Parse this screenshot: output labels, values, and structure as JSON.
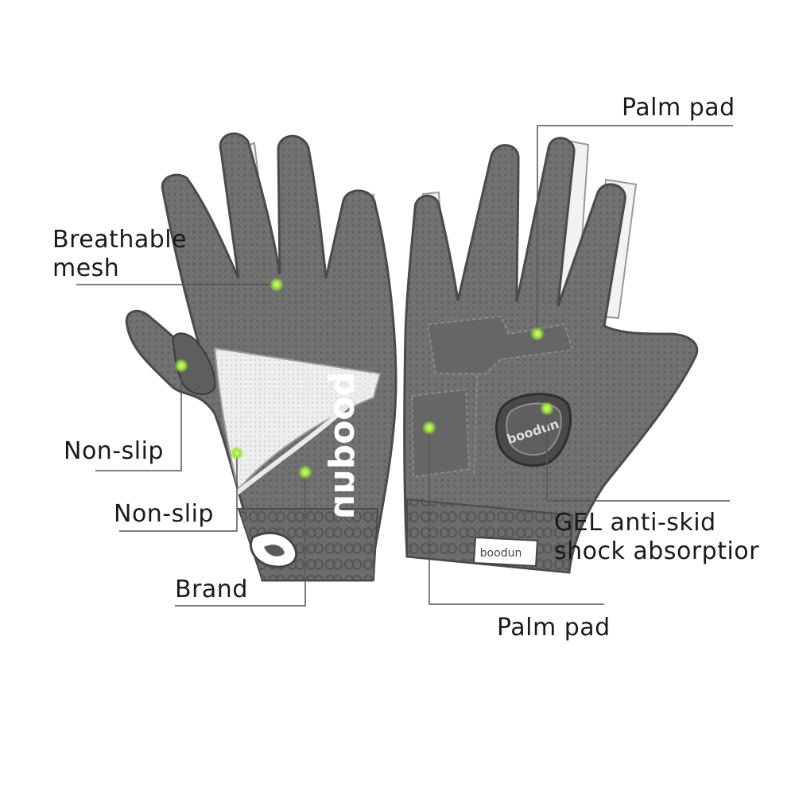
{
  "labels": {
    "breathable_line1": "Breathable",
    "breathable_line2": "mesh",
    "non_slip_1": "Non-slip",
    "non_slip_2": "Non-slip",
    "brand": "Brand",
    "palm_pad_top": "Palm pad",
    "gel_line1": "GEL anti-skid",
    "gel_line2": "shock absorptior",
    "palm_pad_bottom": "Palm pad"
  },
  "glove_logo_text": "boodun",
  "colors": {
    "glove_fabric": "#6f6f6f",
    "glove_outline": "#4a4a4a",
    "trim_white": "#f2f2f2",
    "leader_line": "#555555",
    "callout_dot": "#9be23c"
  }
}
